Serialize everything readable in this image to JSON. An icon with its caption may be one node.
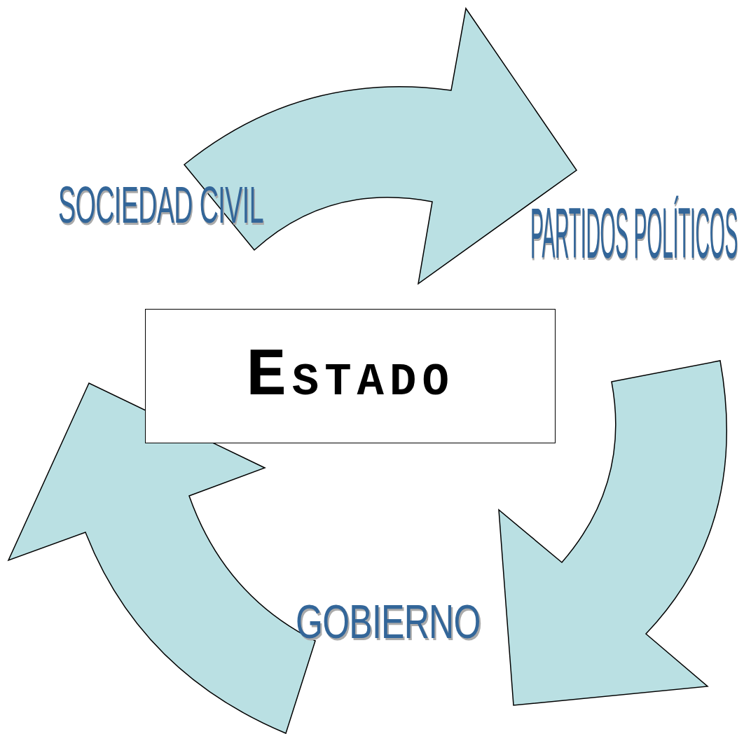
{
  "diagram": {
    "nodes": [
      {
        "text": [
          "SOCIEDAD CIVIL"
        ]
      },
      {
        "text": [
          "PARTIDOS POLÍTICOS"
        ]
      },
      {
        "text": [
          "GOBIERNO"
        ]
      },
      {
        "text": [
          "ESTADO"
        ]
      }
    ],
    "edges": [
      {
        "from": 0,
        "to": 1,
        "arrow": "to",
        "style": "thick"
      },
      {
        "from": 1,
        "to": 2,
        "arrow": "to",
        "style": "thick"
      },
      {
        "from": 2,
        "to": 0,
        "arrow": "to",
        "style": "thick"
      }
    ]
  }
}
